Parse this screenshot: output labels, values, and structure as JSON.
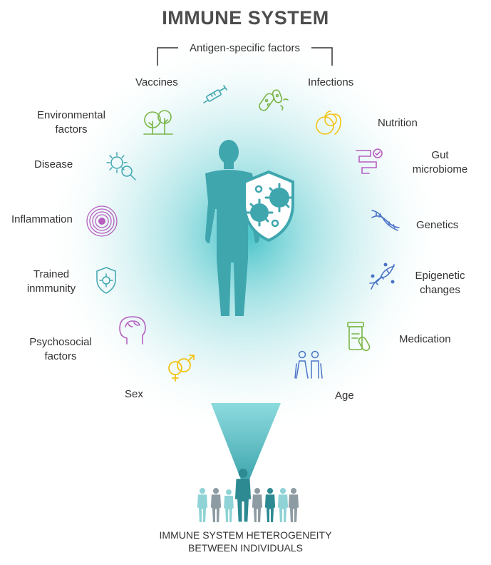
{
  "title": "IMMUNE SYSTEM",
  "bracket_label": "Antigen-specific factors",
  "factors": {
    "vaccines": "Vaccines",
    "infections": "Infections",
    "environmental": "Environmental\nfactors",
    "nutrition": "Nutrition",
    "disease": "Disease",
    "gut": "Gut\nmicrobiome",
    "inflammation": "Inflammation",
    "genetics": "Genetics",
    "trained": "Trained\ninmmunity",
    "epigenetic": "Epigenetic\nchanges",
    "psychosocial": "Psychosocial\nfactors",
    "medication": "Medication",
    "sex": "Sex",
    "age": "Age"
  },
  "caption": "IMMUNE SYSTEM HETEROGENEITY\nBETWEEN INDIVIDUALS",
  "colors": {
    "teal": "#3fa6ae",
    "glow": "#5cc9cf",
    "green": "#7ab547",
    "yellow": "#f2c315",
    "purple": "#b65fbf",
    "blue": "#4b74c7",
    "grey_person": "#8d9ba3",
    "light_teal_person": "#8fd3d6",
    "dark_teal_person": "#2e8a92"
  },
  "icons": {
    "vaccines": "syringe-icon",
    "infections": "bacteria-icon",
    "environmental": "trees-icon",
    "nutrition": "fruit-icon",
    "disease": "virus-magnifier-icon",
    "gut": "intestine-icon",
    "inflammation": "concentric-circles-icon",
    "genetics": "dna-icon",
    "trained": "shield-virus-icon",
    "epigenetic": "dna-methylation-icon",
    "psychosocial": "head-brain-icon",
    "medication": "pills-icon",
    "sex": "gender-symbols-icon",
    "age": "elderly-couple-icon"
  }
}
